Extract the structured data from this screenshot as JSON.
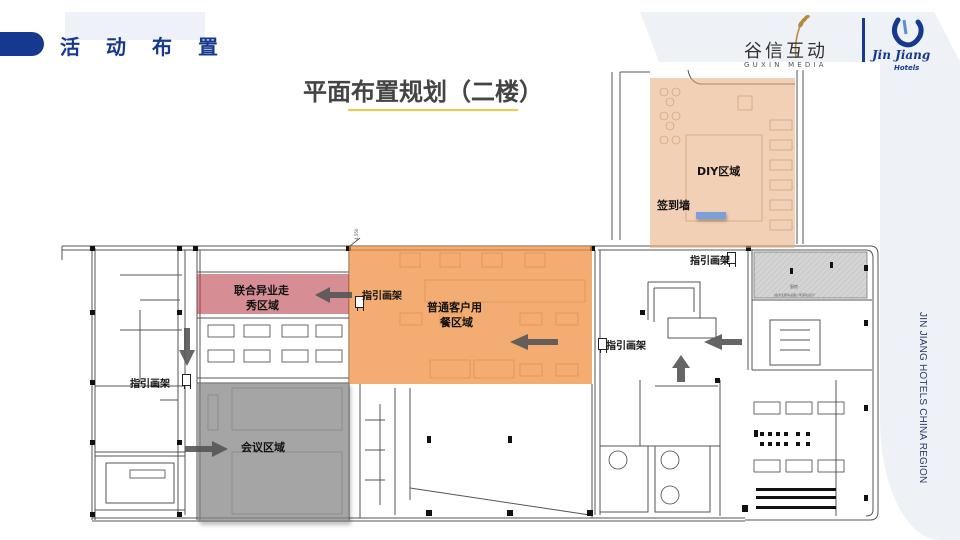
{
  "header": {
    "section_title": "活动布置",
    "page_title": "平面布置规划（二楼）"
  },
  "logos": {
    "guxin_cn": "谷信互动",
    "guxin_en": "GUXIN MEDIA",
    "jinjiang": "Jin Jiang",
    "jinjiang_sub": "Hotels"
  },
  "side_brand": "JIN JIANG HOTELS CHINA REGION",
  "zones": {
    "diy": "DIY区域",
    "signin_wall": "签到墙",
    "show_area_line1": "联合异业走",
    "show_area_line2": "秀区域",
    "dining_line1": "普通客户用",
    "dining_line2": "餐区域",
    "meeting": "会议区域"
  },
  "signs": {
    "sign_1": "指引画架",
    "sign_2": "指引画架",
    "sign_3": "指引画架",
    "sign_4": "指引画架"
  },
  "plan_notes": {
    "elevation_mark": "4.550",
    "kitchen": "厨房",
    "kitchen_note": "（由专业厨房设备公司深化设计）"
  },
  "colors": {
    "brand_blue": "#16398f",
    "accent_yellow": "#f2c744",
    "diy_zone": "#e8aa78",
    "show_zone": "#b4323c",
    "dining_zone": "#ee8c3c",
    "meeting_zone": "#828282",
    "signin_wall": "#7b9fd9"
  }
}
